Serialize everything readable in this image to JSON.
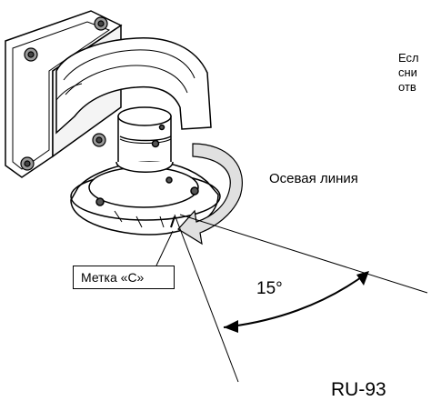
{
  "side_note": {
    "line1": "Есл",
    "line2": "сни",
    "line3": "отв"
  },
  "labels": {
    "axis_line": "Осевая линия",
    "mark_c": "Метка «С»",
    "angle": "15°",
    "figure_code": "RU-93"
  },
  "colors": {
    "line": "#000000",
    "arrow_fill": "#e0e0e0",
    "shade": "#b0b0b0"
  }
}
